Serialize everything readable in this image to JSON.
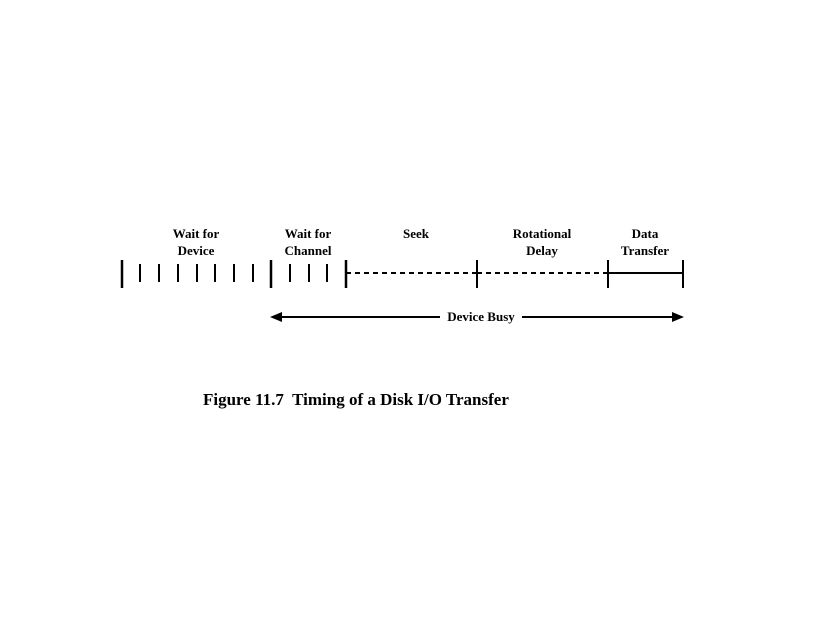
{
  "phases": [
    {
      "id": "wait-device",
      "line1": "Wait for",
      "line2": "Device"
    },
    {
      "id": "wait-channel",
      "line1": "Wait for",
      "line2": "Channel"
    },
    {
      "id": "seek",
      "line1": "Seek",
      "line2": ""
    },
    {
      "id": "rotational",
      "line1": "Rotational",
      "line2": "Delay"
    },
    {
      "id": "transfer",
      "line1": "Data",
      "line2": "Transfer"
    }
  ],
  "busy_label": "Device Busy",
  "caption": "Figure 11.7  Timing of a Disk I/O Transfer",
  "colors": {
    "ink": "#000000",
    "background": "#ffffff"
  }
}
